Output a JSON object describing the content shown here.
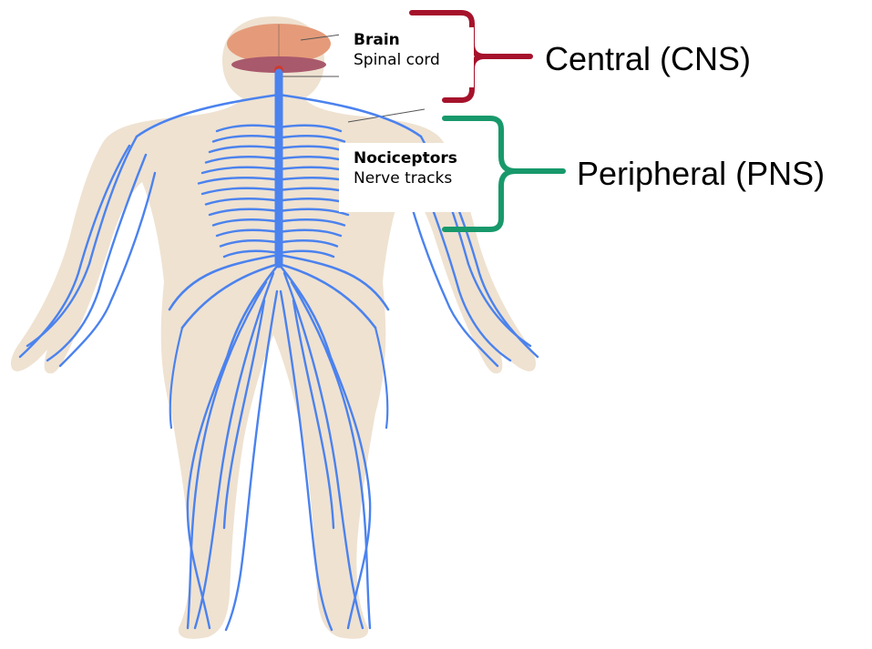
{
  "colors": {
    "skin": "#efe2d1",
    "nerve": "#4b82ee",
    "brain": "#e59b7a",
    "cerebellum": "#a9596c",
    "cns_bracket": "#a6122b",
    "pns_bracket": "#18996b"
  },
  "cns": {
    "item_bold": "Brain",
    "item_plain": "Spinal cord",
    "label": "Central (CNS)"
  },
  "pns": {
    "item_bold": "Nociceptors",
    "item_plain": "Nerve tracks",
    "label": "Peripheral (PNS)"
  }
}
